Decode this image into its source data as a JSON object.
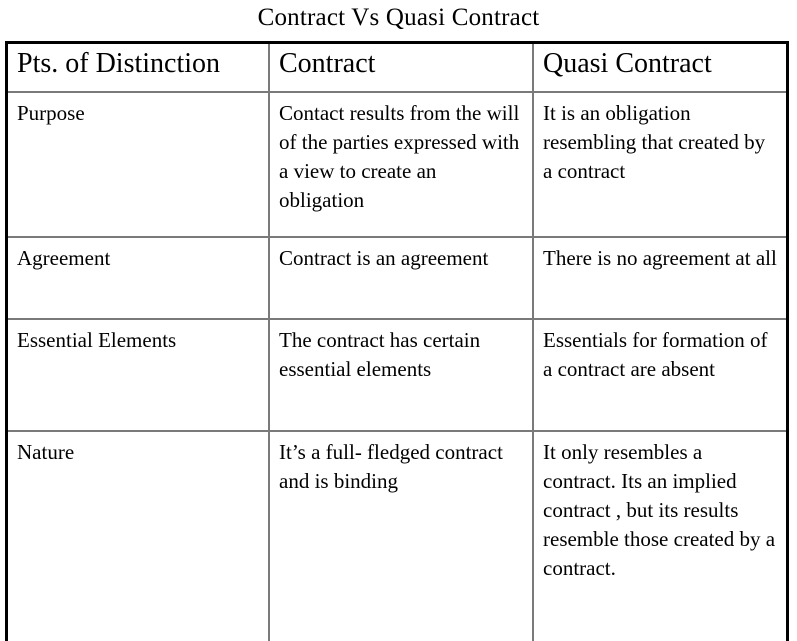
{
  "document": {
    "title": "Contract Vs Quasi Contract"
  },
  "table": {
    "headers": [
      "Pts. of Distinction",
      "Contract",
      "Quasi Contract"
    ],
    "rows": [
      {
        "key": "purpose",
        "distinction": "Purpose",
        "contract": "Contact results from the will of the parties expressed with a view to create an obligation",
        "quasi_contract": "It is an obligation resembling that created by a contract"
      },
      {
        "key": "agreement",
        "distinction": "Agreement",
        "contract": "Contract is an agreement",
        "quasi_contract": "There is no agreement at all"
      },
      {
        "key": "essential-elements",
        "distinction": "Essential Elements",
        "contract": "The contract has certain essential elements",
        "quasi_contract": "Essentials for formation of a contract are absent"
      },
      {
        "key": "nature",
        "distinction": "Nature",
        "contract": "It’s a full-  fledged contract and is binding",
        "quasi_contract": "It only resembles a contract. Its an implied contract , but its results resemble those created by a contract."
      }
    ]
  },
  "colors": {
    "page_background": "#ffffff",
    "text": "#000000",
    "outer_border": "#000000",
    "inner_border": "#7a7a7a"
  }
}
